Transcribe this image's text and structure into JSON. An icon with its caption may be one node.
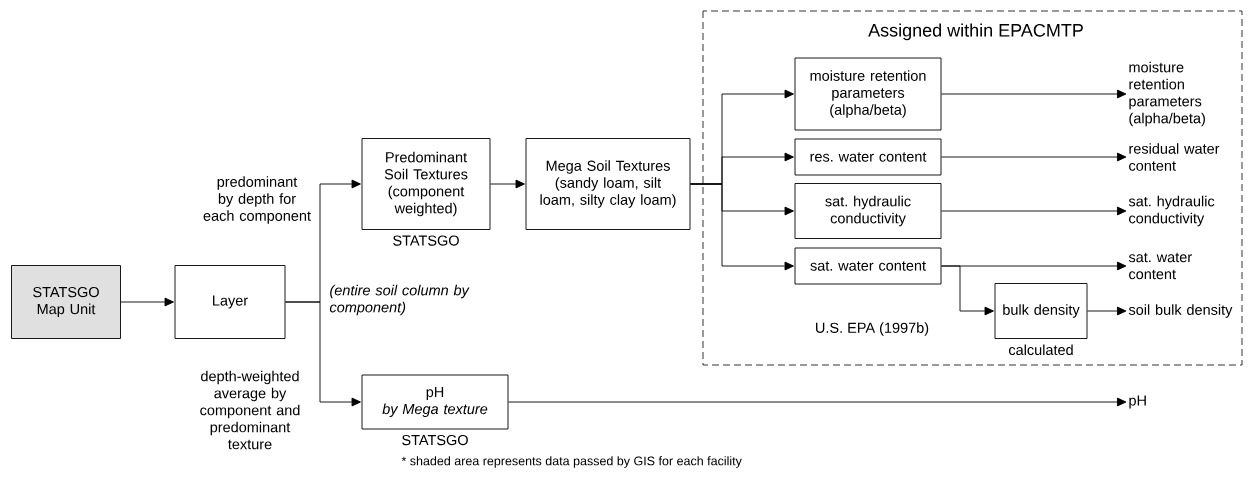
{
  "diagram": {
    "nodes": [
      {
        "text": [
          "STATSGO Map Unit"
        ]
      },
      {
        "text": [
          "Layer"
        ]
      },
      {
        "text": [
          "Predominant Soil Textures (component weighted)"
        ],
        "beside": [
          "STATSGO"
        ]
      },
      {
        "text": [
          "Mega Soil Textures (sandy loam, silt loam, silty clay loam)"
        ]
      },
      {
        "text": [
          "pH",
          "by Mega texture"
        ],
        "beside": [
          "STATSGO"
        ]
      },
      {
        "text": [
          "Assigned within EPACMTP"
        ]
      },
      {
        "text": [
          "moisture retention parameters (alpha/beta)"
        ],
        "in": 5
      },
      {
        "text": [
          "res. water content"
        ],
        "in": 5
      },
      {
        "text": [
          "sat. hydraulic conductivity"
        ],
        "in": 5
      },
      {
        "text": [
          "sat. water content"
        ],
        "in": 5
      },
      {
        "text": [
          "bulk density"
        ],
        "in": 5,
        "beside": [
          "calculated"
        ]
      },
      {
        "text": [
          "moisture retention parameters (alpha/beta)"
        ],
        "in": 5
      },
      {
        "text": [
          "residual water content"
        ],
        "in": 5
      },
      {
        "text": [
          "sat. hydraulic conductivity"
        ],
        "in": 5
      },
      {
        "text": [
          "sat. water content"
        ],
        "in": 5
      },
      {
        "text": [
          "soil bulk density"
        ],
        "in": 5
      },
      {
        "text": [
          "pH"
        ]
      }
    ],
    "edges": [
      {
        "from": 0,
        "to": 1,
        "arrow": "to"
      },
      {
        "from": 1,
        "to": 2,
        "arrow": "to",
        "label": "predominant by depth for each component"
      },
      {
        "from": 1,
        "to": 4,
        "arrow": "to",
        "label": "depth-weighted average by component and predominant texture"
      },
      {
        "from": 2,
        "to": 3,
        "arrow": "to"
      },
      {
        "from": 3,
        "to": 6,
        "arrow": "to"
      },
      {
        "from": 3,
        "to": 7,
        "arrow": "to"
      },
      {
        "from": 3,
        "to": 8,
        "arrow": "to"
      },
      {
        "from": 3,
        "to": 9,
        "arrow": "to"
      },
      {
        "from": 6,
        "to": 11,
        "arrow": "to"
      },
      {
        "from": 7,
        "to": 12,
        "arrow": "to"
      },
      {
        "from": 8,
        "to": 13,
        "arrow": "to"
      },
      {
        "from": 9,
        "to": 14,
        "arrow": "to"
      },
      {
        "from": 9,
        "to": 10,
        "arrow": "to"
      },
      {
        "from": 10,
        "to": 15,
        "arrow": "to"
      },
      {
        "from": 4,
        "to": 16,
        "arrow": "to"
      }
    ],
    "labels": [
      "(entire soil column by component)",
      "U.S. EPA (1997b)",
      "* shaded area represents data passed by GIS for each facility"
    ]
  }
}
